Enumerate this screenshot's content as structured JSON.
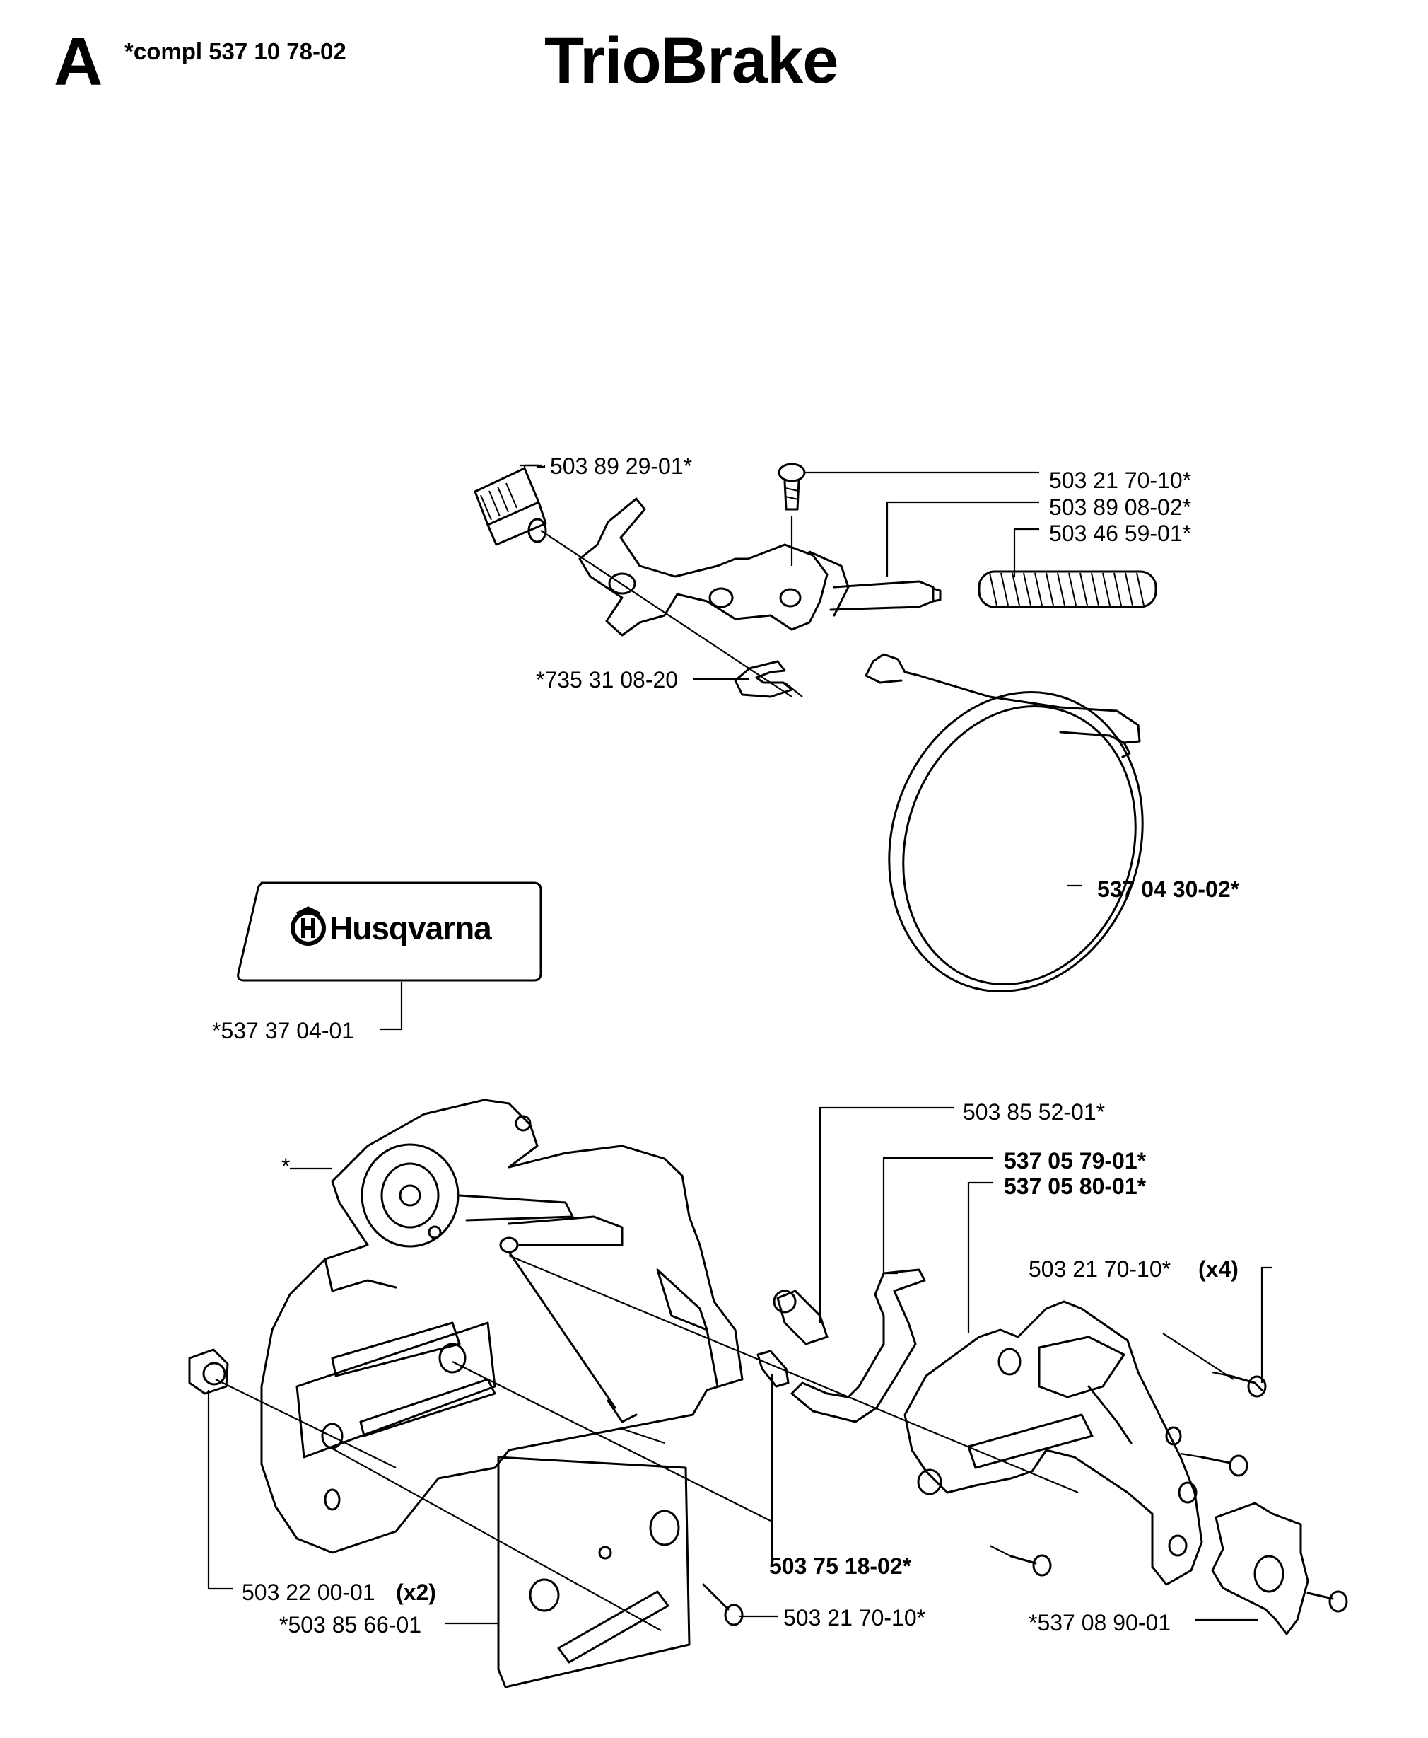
{
  "header": {
    "section_letter": "A",
    "compl_label": "*compl 537 10 78-02",
    "title": "TrioBrake"
  },
  "logo": {
    "text": "Husqvarna",
    "icon": "husqvarna-crown-icon"
  },
  "labels": {
    "handle_knob": "503 89 29-01*",
    "screw_top": "503 21 70-10*",
    "rod": "503 89 08-02*",
    "spring": "503 46 59-01*",
    "clip": "*735 31 08-20",
    "brake_band": "537 04 30-02*",
    "decal": "*537 37 04-01",
    "bushing": "503 85 52-01*",
    "bracket_1": "537 05 79-01*",
    "bracket_2": "537 05 80-01*",
    "screw_x4": "503 21 70-10*",
    "screw_x4_qty": "(x4)",
    "cover_star": "*",
    "nut": "503 22 00-01",
    "nut_qty": "(x2)",
    "plate": "*503 85 66-01",
    "screw_bottom": "503 21 70-10*",
    "pin": "503 75 18-02*",
    "block": "*537 08 90-01"
  }
}
